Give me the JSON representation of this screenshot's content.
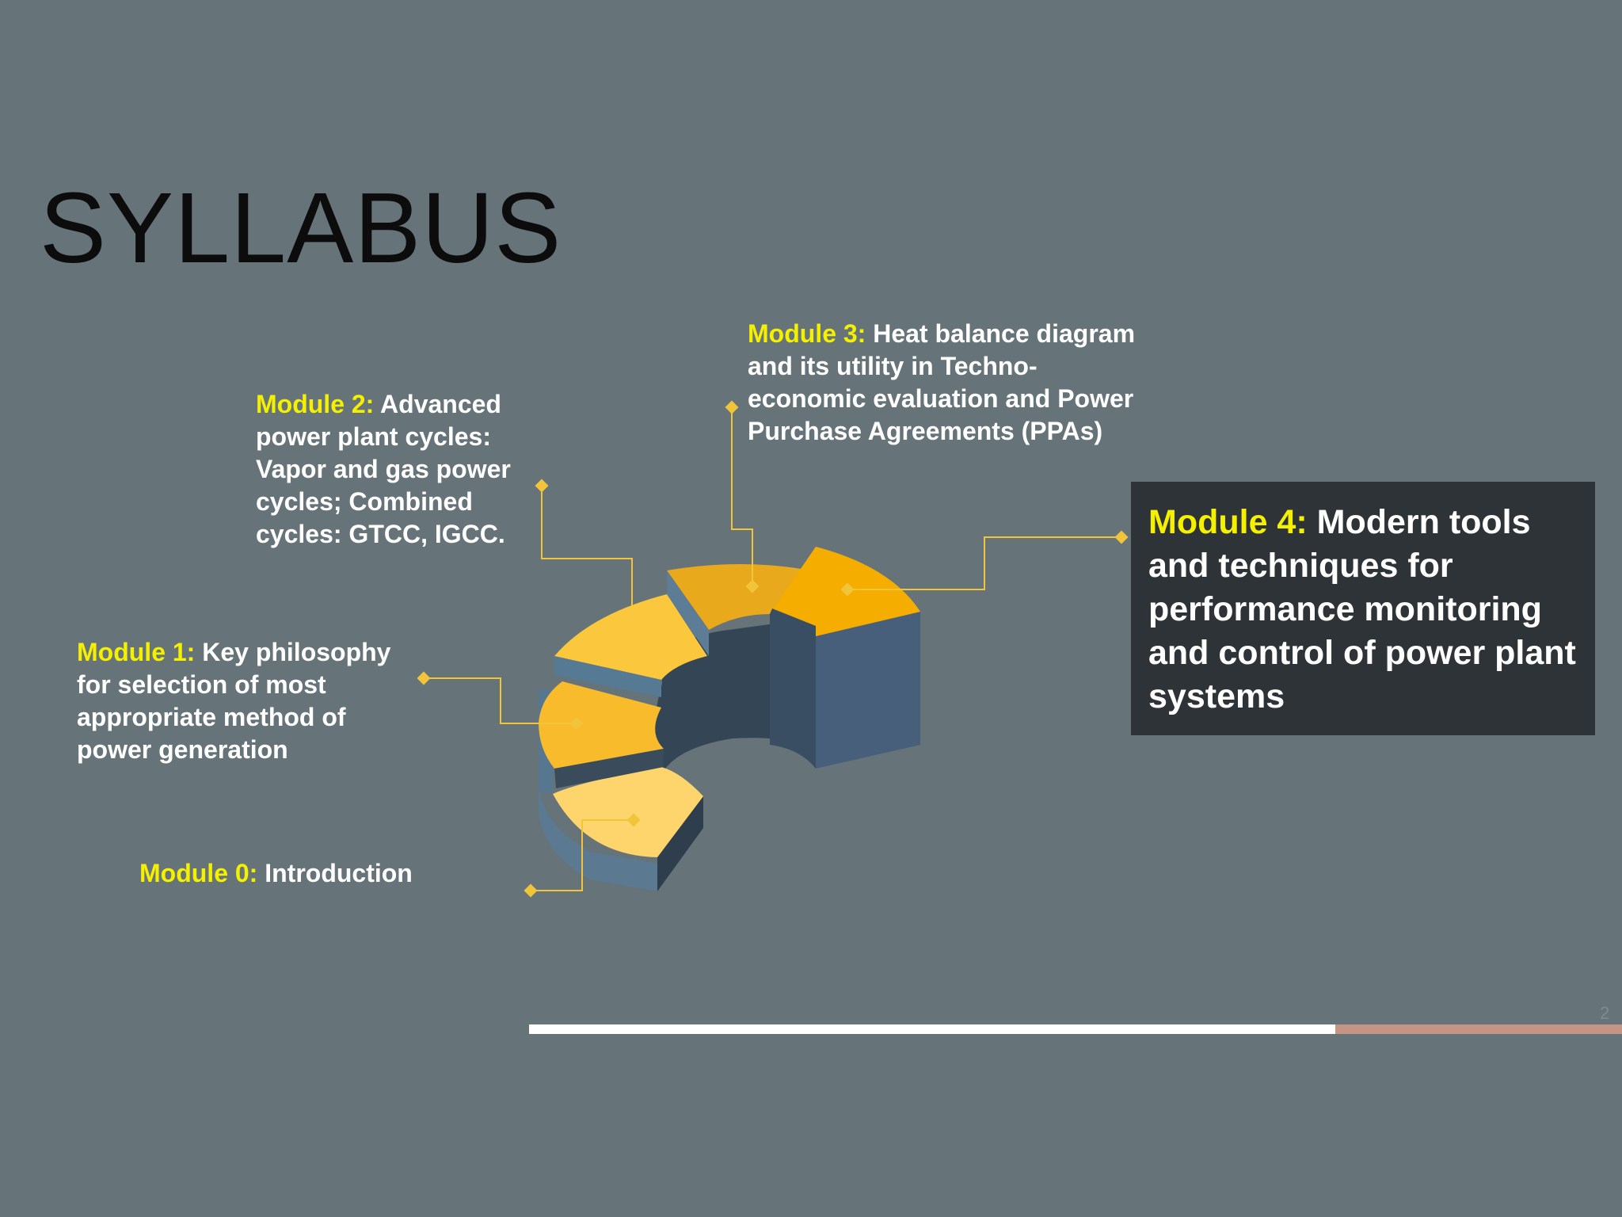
{
  "slide": {
    "title": "SYLLABUS",
    "page_number": "2"
  },
  "modules": [
    {
      "key": "Module 0:",
      "text": " Introduction"
    },
    {
      "key": "Module 1:",
      "text": " Key philosophy for selection of most appropriate method of power generation"
    },
    {
      "key": "Module 2:",
      "text": " Advanced power plant cycles: Vapor and gas power cycles; Combined cycles: GTCC, IGCC."
    },
    {
      "key": "Module 3:",
      "text": " Heat balance diagram and its utility in Techno-economic evaluation and Power Purchase Agreements (PPAs)"
    },
    {
      "key": "Module 4:",
      "text": " Modern tools and techniques for performance monitoring and control of power plant systems"
    }
  ],
  "colors": {
    "background": "#667479",
    "key_text": "#f4f000",
    "connector": "#f2c43a",
    "highlight_box": "#2d3336",
    "progress_done": "#ffffff",
    "progress_remaining": "#c49584"
  }
}
